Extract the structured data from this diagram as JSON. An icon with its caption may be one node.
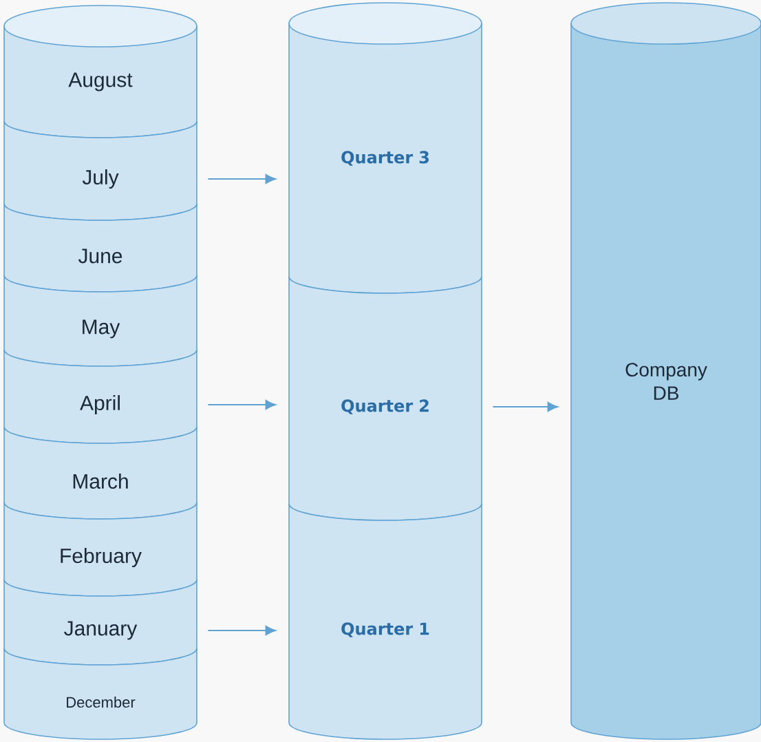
{
  "diagram": {
    "nodes": [
      {
        "text": [
          "August"
        ]
      },
      {
        "text": [
          "July"
        ]
      },
      {
        "text": [
          "June"
        ]
      },
      {
        "text": [
          "May"
        ]
      },
      {
        "text": [
          "April"
        ]
      },
      {
        "text": [
          "March"
        ]
      },
      {
        "text": [
          "February"
        ]
      },
      {
        "text": [
          "January"
        ]
      },
      {
        "text": [
          "December"
        ]
      },
      {
        "text": [
          "Quarter 3"
        ]
      },
      {
        "text": [
          "Quarter 2"
        ]
      },
      {
        "text": [
          "Quarter 1"
        ]
      },
      {
        "text": [
          "Company DB"
        ]
      }
    ],
    "edges": [
      {
        "from": 1,
        "to": 9,
        "arrow": "to"
      },
      {
        "from": 4,
        "to": 10,
        "arrow": "to"
      },
      {
        "from": 7,
        "to": 11,
        "arrow": "to"
      },
      {
        "from": 10,
        "to": 12,
        "arrow": "to"
      }
    ]
  }
}
